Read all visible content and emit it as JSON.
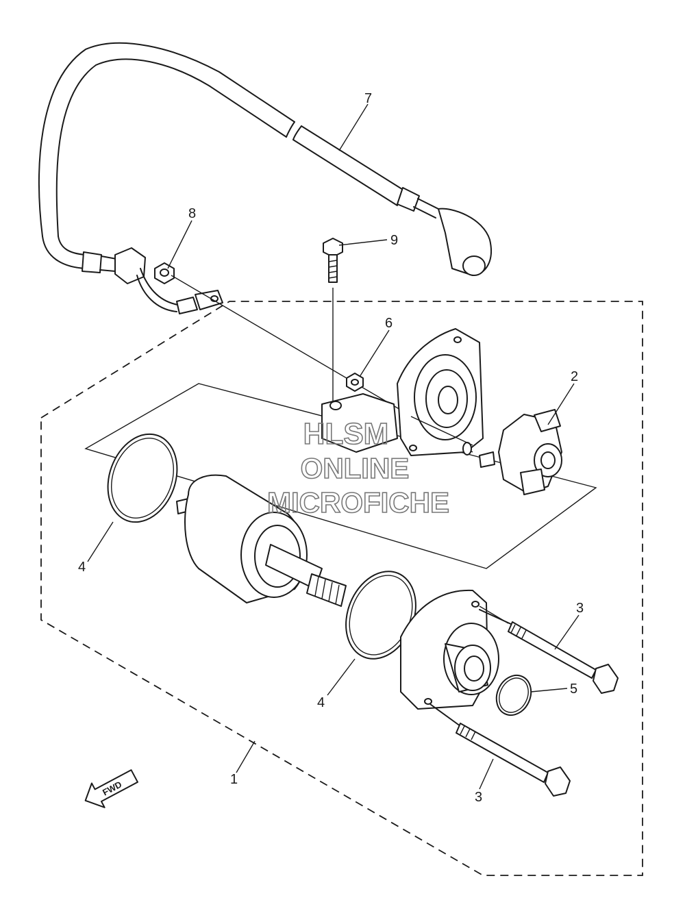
{
  "diagram": {
    "callouts": {
      "c1": "1",
      "c2": "2",
      "c3a": "3",
      "c3b": "3",
      "c4a": "4",
      "c4b": "4",
      "c5": "5",
      "c6": "6",
      "c7": "7",
      "c8": "8",
      "c9": "9"
    },
    "fwd_label": "FWD"
  },
  "watermark": {
    "line1": "HLSM",
    "line2": "ONLINE",
    "line3": "MICROFICHE",
    "color": "#777777"
  }
}
